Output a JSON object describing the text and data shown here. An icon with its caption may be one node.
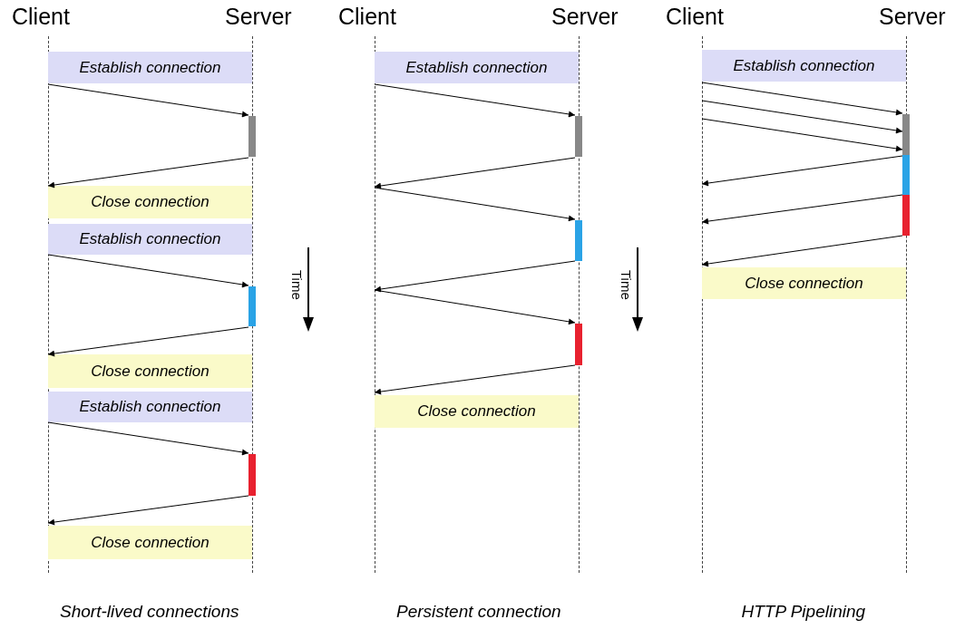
{
  "diagram": {
    "nodes": [
      {
        "text": [
          "Client"
        ]
      },
      {
        "text": [
          "Server"
        ]
      },
      {
        "text": [
          "Establish connection"
        ]
      },
      {
        "text": [],
        "shape": "bar"
      },
      {
        "text": [
          "Close connection"
        ]
      },
      {
        "text": [
          "Establish connection"
        ]
      },
      {
        "text": [],
        "shape": "bar"
      },
      {
        "text": [
          "Close connection"
        ]
      },
      {
        "text": [
          "Establish connection"
        ]
      },
      {
        "text": [],
        "shape": "bar"
      },
      {
        "text": [
          "Close connection"
        ]
      },
      {
        "text": [
          "Client"
        ]
      },
      {
        "text": [
          "Server"
        ]
      },
      {
        "text": [
          "Establish connection"
        ]
      },
      {
        "text": [],
        "shape": "bar"
      },
      {
        "text": [],
        "shape": "bar"
      },
      {
        "text": [],
        "shape": "bar"
      },
      {
        "text": [
          "Close connection"
        ]
      },
      {
        "text": [
          "Client"
        ]
      },
      {
        "text": [
          "Server"
        ]
      },
      {
        "text": [
          "Establish connection"
        ]
      },
      {
        "text": [],
        "shape": "bar"
      },
      {
        "text": [],
        "shape": "bar"
      },
      {
        "text": [],
        "shape": "bar"
      },
      {
        "text": [
          "Close connection"
        ]
      }
    ],
    "edges": [
      {
        "from": 0,
        "to": 3,
        "arrow": "to"
      },
      {
        "from": 3,
        "to": 0,
        "arrow": "to"
      },
      {
        "from": 0,
        "to": 6,
        "arrow": "to"
      },
      {
        "from": 6,
        "to": 0,
        "arrow": "to"
      },
      {
        "from": 0,
        "to": 9,
        "arrow": "to"
      },
      {
        "from": 9,
        "to": 0,
        "arrow": "to"
      },
      {
        "from": 11,
        "to": 14,
        "arrow": "to"
      },
      {
        "from": 14,
        "to": 11,
        "arrow": "to"
      },
      {
        "from": 11,
        "to": 15,
        "arrow": "to"
      },
      {
        "from": 15,
        "to": 11,
        "arrow": "to"
      },
      {
        "from": 11,
        "to": 16,
        "arrow": "to"
      },
      {
        "from": 16,
        "to": 11,
        "arrow": "to"
      },
      {
        "from": 18,
        "to": 21,
        "arrow": "to"
      },
      {
        "from": 18,
        "to": 21,
        "arrow": "to"
      },
      {
        "from": 18,
        "to": 21,
        "arrow": "to"
      },
      {
        "from": 21,
        "to": 18,
        "arrow": "to"
      },
      {
        "from": 22,
        "to": 18,
        "arrow": "to"
      },
      {
        "from": 23,
        "to": 18,
        "arrow": "to"
      }
    ],
    "labels": [
      "Time",
      "Time",
      "Short-lived connections",
      "Persistent connection",
      "HTTP Pipelining"
    ]
  }
}
